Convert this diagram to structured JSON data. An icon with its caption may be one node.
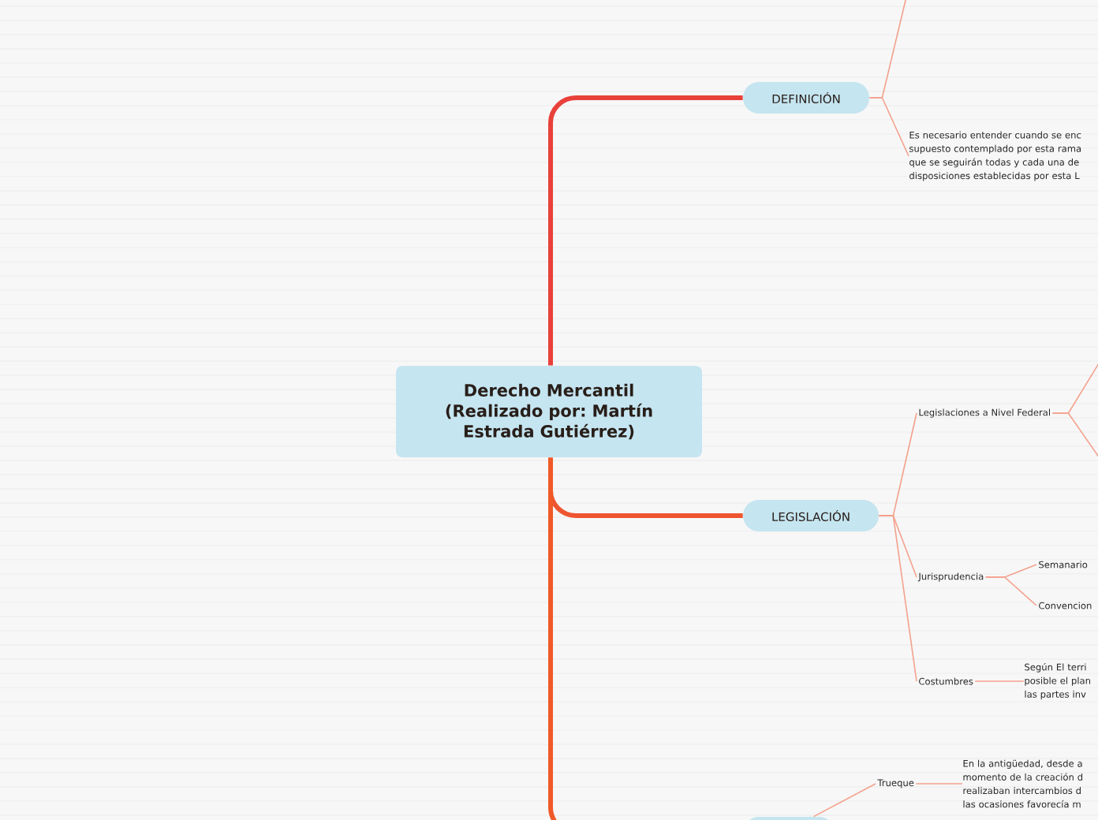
{
  "diagram": {
    "nodes": [
      {
        "text": [
          "Derecho Mercantil (Realizado por: Martín Estrada Gutiérrez)"
        ]
      },
      {
        "text": [
          "DEFINICIÓN"
        ]
      },
      {
        "text": [
          "Es necesario entender cuando se enc supuesto contemplado por esta rama que se seguirán todas y cada una de disposiciones establecidas por esta L"
        ]
      },
      {
        "text": [
          "LEGISLACIÓN"
        ]
      },
      {
        "text": [
          "Legislaciones a Nivel Federal"
        ]
      },
      {
        "text": [
          "Jurisprudencia"
        ]
      },
      {
        "text": [
          "Semanario"
        ]
      },
      {
        "text": [
          "Convencion"
        ]
      },
      {
        "text": [
          "Costumbres"
        ]
      },
      {
        "text": [
          "Según El terri posible el plan las partes inv"
        ]
      },
      {
        "text": [],
        "shape": "box"
      },
      {
        "text": [
          "Trueque"
        ]
      },
      {
        "text": [
          "En la antigüedad, desde a momento de la creación d realizaban intercambios d las ocasiones favorecía m"
        ]
      }
    ],
    "edges": [
      {
        "from": 0,
        "to": 1,
        "arrow": "none",
        "style": "thick",
        "color": "#e8413a"
      },
      {
        "from": 0,
        "to": 3,
        "arrow": "none",
        "style": "thick",
        "color": "#ee5530"
      },
      {
        "from": 0,
        "to": 10,
        "arrow": "none",
        "style": "thick",
        "color": "#f05a28"
      },
      {
        "from": 1,
        "to": null,
        "arrow": "none"
      },
      {
        "from": 1,
        "to": 2,
        "arrow": "none"
      },
      {
        "from": 3,
        "to": 4,
        "arrow": "none"
      },
      {
        "from": 3,
        "to": 5,
        "arrow": "none"
      },
      {
        "from": 3,
        "to": 8,
        "arrow": "none"
      },
      {
        "from": 4,
        "to": null,
        "arrow": "none"
      },
      {
        "from": 4,
        "to": null,
        "arrow": "none"
      },
      {
        "from": 5,
        "to": 6,
        "arrow": "none"
      },
      {
        "from": 5,
        "to": 7,
        "arrow": "none"
      },
      {
        "from": 8,
        "to": 9,
        "arrow": "none"
      },
      {
        "from": 10,
        "to": 11,
        "arrow": "none"
      },
      {
        "from": 11,
        "to": 12,
        "arrow": "none"
      }
    ]
  }
}
